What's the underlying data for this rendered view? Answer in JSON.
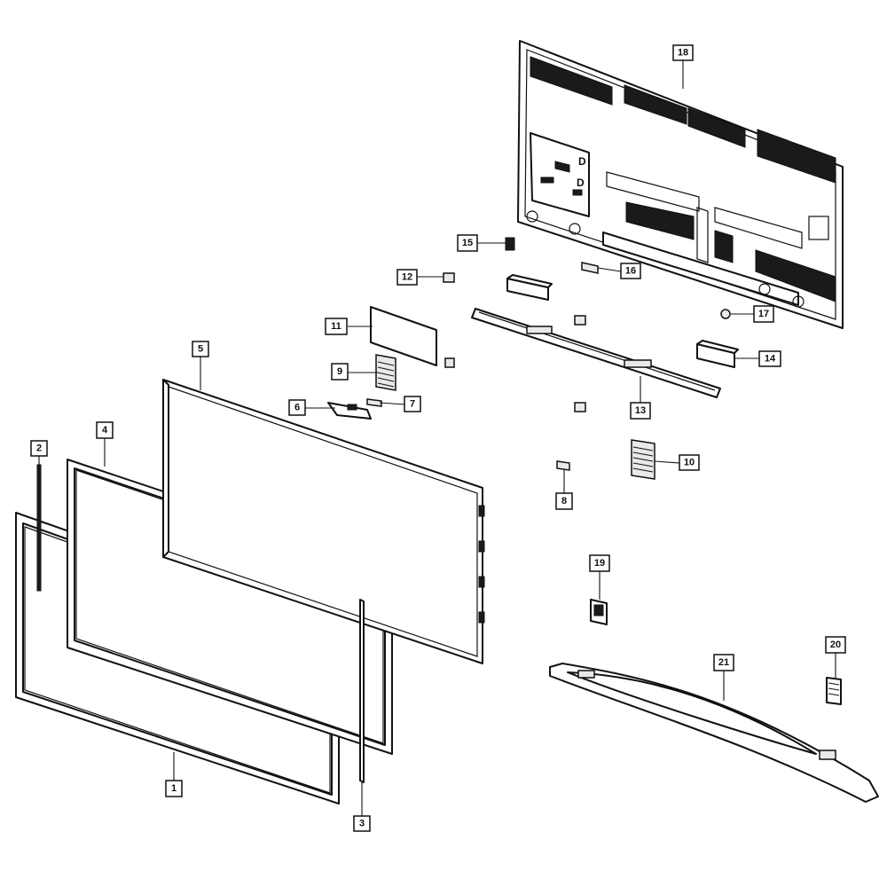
{
  "callouts": [
    {
      "id": "c1",
      "label": "1"
    },
    {
      "id": "c2",
      "label": "2"
    },
    {
      "id": "c3",
      "label": "3"
    },
    {
      "id": "c4",
      "label": "4"
    },
    {
      "id": "c5",
      "label": "5"
    },
    {
      "id": "c6",
      "label": "6"
    },
    {
      "id": "c7",
      "label": "7"
    },
    {
      "id": "c8",
      "label": "8"
    },
    {
      "id": "c9",
      "label": "9"
    },
    {
      "id": "c10",
      "label": "10"
    },
    {
      "id": "c11",
      "label": "11"
    },
    {
      "id": "c12",
      "label": "12"
    },
    {
      "id": "c13",
      "label": "13"
    },
    {
      "id": "c14",
      "label": "14"
    },
    {
      "id": "c15",
      "label": "15"
    },
    {
      "id": "c16",
      "label": "16"
    },
    {
      "id": "c17",
      "label": "17"
    },
    {
      "id": "c18",
      "label": "18"
    },
    {
      "id": "c19",
      "label": "19"
    },
    {
      "id": "c20",
      "label": "20"
    },
    {
      "id": "c21",
      "label": "21"
    }
  ],
  "back_cover_marks": {
    "mark_d1": "D",
    "mark_d2": "D"
  }
}
